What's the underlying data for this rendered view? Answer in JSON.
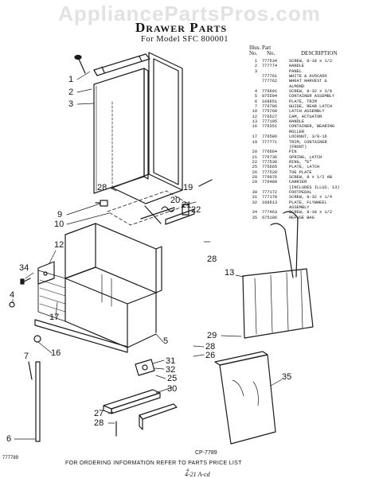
{
  "watermark": "AppliancePartsPros.com",
  "title": "Drawer Parts",
  "subtitle": "For Model SFC 800001",
  "table": {
    "header_illus": "Illus. Part",
    "header_no1": "No.",
    "header_no2": "No.",
    "header_desc": "DESCRIPTION",
    "rows": [
      {
        "n": "1",
        "p": "777534",
        "d": "SCREW, 8-18 x 1/2"
      },
      {
        "n": "2",
        "p": "777774",
        "d": "HANDLE"
      },
      {
        "n": "3",
        "p": "",
        "d": "PANEL"
      },
      {
        "n": "",
        "p": "777761",
        "d": "WHITE & AVOCADO"
      },
      {
        "n": "",
        "p": "777762",
        "d": "WHEAT HARVEST &"
      },
      {
        "n": "",
        "p": "",
        "d": "ALMOND"
      },
      {
        "n": "4",
        "p": "776691",
        "d": "SCREW, 8-32 x 3/8"
      },
      {
        "n": "5",
        "p": "875594",
        "d": "CONTAINER ASSEMBLY"
      },
      {
        "n": "6",
        "p": "168651",
        "d": "PLATE, TRIM"
      },
      {
        "n": "7",
        "p": "776786",
        "d": "GUIDE, REAR LATCH"
      },
      {
        "n": "10",
        "p": "775760",
        "d": "LATCH ASSEMBLY"
      },
      {
        "n": "12",
        "p": "776527",
        "d": "CAM, ACTUATOR"
      },
      {
        "n": "13",
        "p": "777105",
        "d": "HANDLE"
      },
      {
        "n": "16",
        "p": "776351",
        "d": "CONTAINER, BEARING"
      },
      {
        "n": "",
        "p": "",
        "d": "ROLLER"
      },
      {
        "n": "17",
        "p": "776586",
        "d": "LOCKNUT, 3/8-16"
      },
      {
        "n": "19",
        "p": "777771",
        "d": "TRIM, CONTAINER"
      },
      {
        "n": "",
        "p": "",
        "d": "(FRONT)"
      },
      {
        "n": "20",
        "p": "776664",
        "d": "PIN"
      },
      {
        "n": "21",
        "p": "776736",
        "d": "SPRING, LATCH"
      },
      {
        "n": "22",
        "p": "777530",
        "d": "RING, \"E\""
      },
      {
        "n": "25",
        "p": "775665",
        "d": "PLATE, LATCH"
      },
      {
        "n": "26",
        "p": "777528",
        "d": "TOE PLATE"
      },
      {
        "n": "28",
        "p": "776076",
        "d": "SCREW, 8 x 1/2 AB"
      },
      {
        "n": "29",
        "p": "776489",
        "d": "CARRIER"
      },
      {
        "n": "",
        "p": "",
        "d": "(INCLUDES ILLUS. 13)"
      },
      {
        "n": "30",
        "p": "777172",
        "d": "FOOTPEDAL"
      },
      {
        "n": "31",
        "p": "777178",
        "d": "SCREW, 8-32 x 1/4"
      },
      {
        "n": "32",
        "p": "168613",
        "d": "PLATE, FLYWHEEL"
      },
      {
        "n": "",
        "p": "",
        "d": "ASSEMBLY"
      },
      {
        "n": "34",
        "p": "777463",
        "d": "SCREW, 8-18 x 1/2"
      },
      {
        "n": "35",
        "p": "675186",
        "d": "REFUSE BAG"
      }
    ]
  },
  "callouts": {
    "c1": "1",
    "c2": "2",
    "c3": "3",
    "c28a": "28",
    "c19": "19",
    "c20": "20",
    "c21": "21",
    "c22": "22",
    "c9": "9",
    "c10": "10",
    "c28b": "28",
    "c12": "12",
    "c13": "13",
    "c34": "34",
    "c4": "4",
    "c17": "17",
    "c16": "16",
    "c5": "5",
    "c29": "29",
    "c28c": "28",
    "c26": "26",
    "c31": "31",
    "c32": "32",
    "c25": "25",
    "c30": "30",
    "c35": "35",
    "c6": "6",
    "c27": "27",
    "c28d": "28",
    "c7": "7"
  },
  "diagram_code": "CP-7789",
  "footer": "FOR ORDERING INFORMATION REFER TO PARTS PRICE LIST",
  "left_code": "777789",
  "page_number": "4",
  "handwriting": "4-21 A-cd"
}
